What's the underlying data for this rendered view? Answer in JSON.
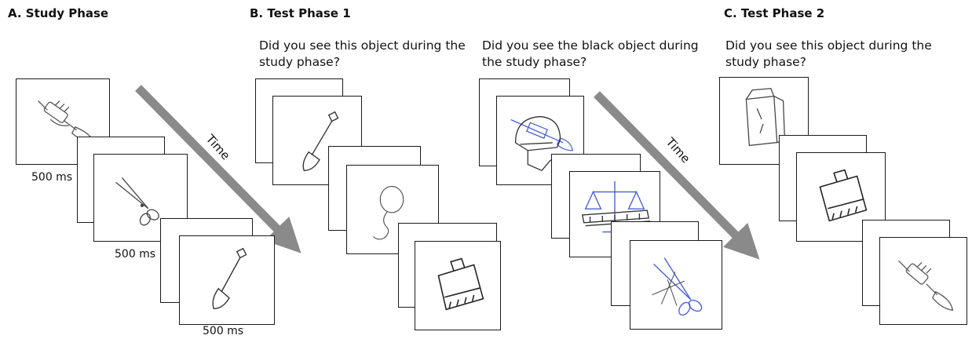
{
  "panels": {
    "study": {
      "title": "A. Study Phase",
      "durations": [
        "500 ms",
        "500 ms",
        "500 ms"
      ]
    },
    "test1": {
      "title": "B. Test Phase 1",
      "question_a": "Did you see this object during the study phase?",
      "question_b": "Did you see the black object during the study phase?"
    },
    "test2": {
      "title": "C. Test Phase 2",
      "question": "Did you see this object during the study phase?"
    }
  },
  "arrows": {
    "label": "Time",
    "color": "#8a8a8a"
  },
  "colors": {
    "overlay_blue": "#4a5fd8",
    "line_drawing": "#333333"
  },
  "icons": {
    "trumpet": "trumpet-icon",
    "scissors": "scissors-icon",
    "shovel": "shovel-icon",
    "balloon": "balloon-icon",
    "dustpan": "dustpan-icon",
    "helmet": "helmet-icon",
    "scale": "scale-icon",
    "paper_bag": "paper-bag-icon"
  }
}
